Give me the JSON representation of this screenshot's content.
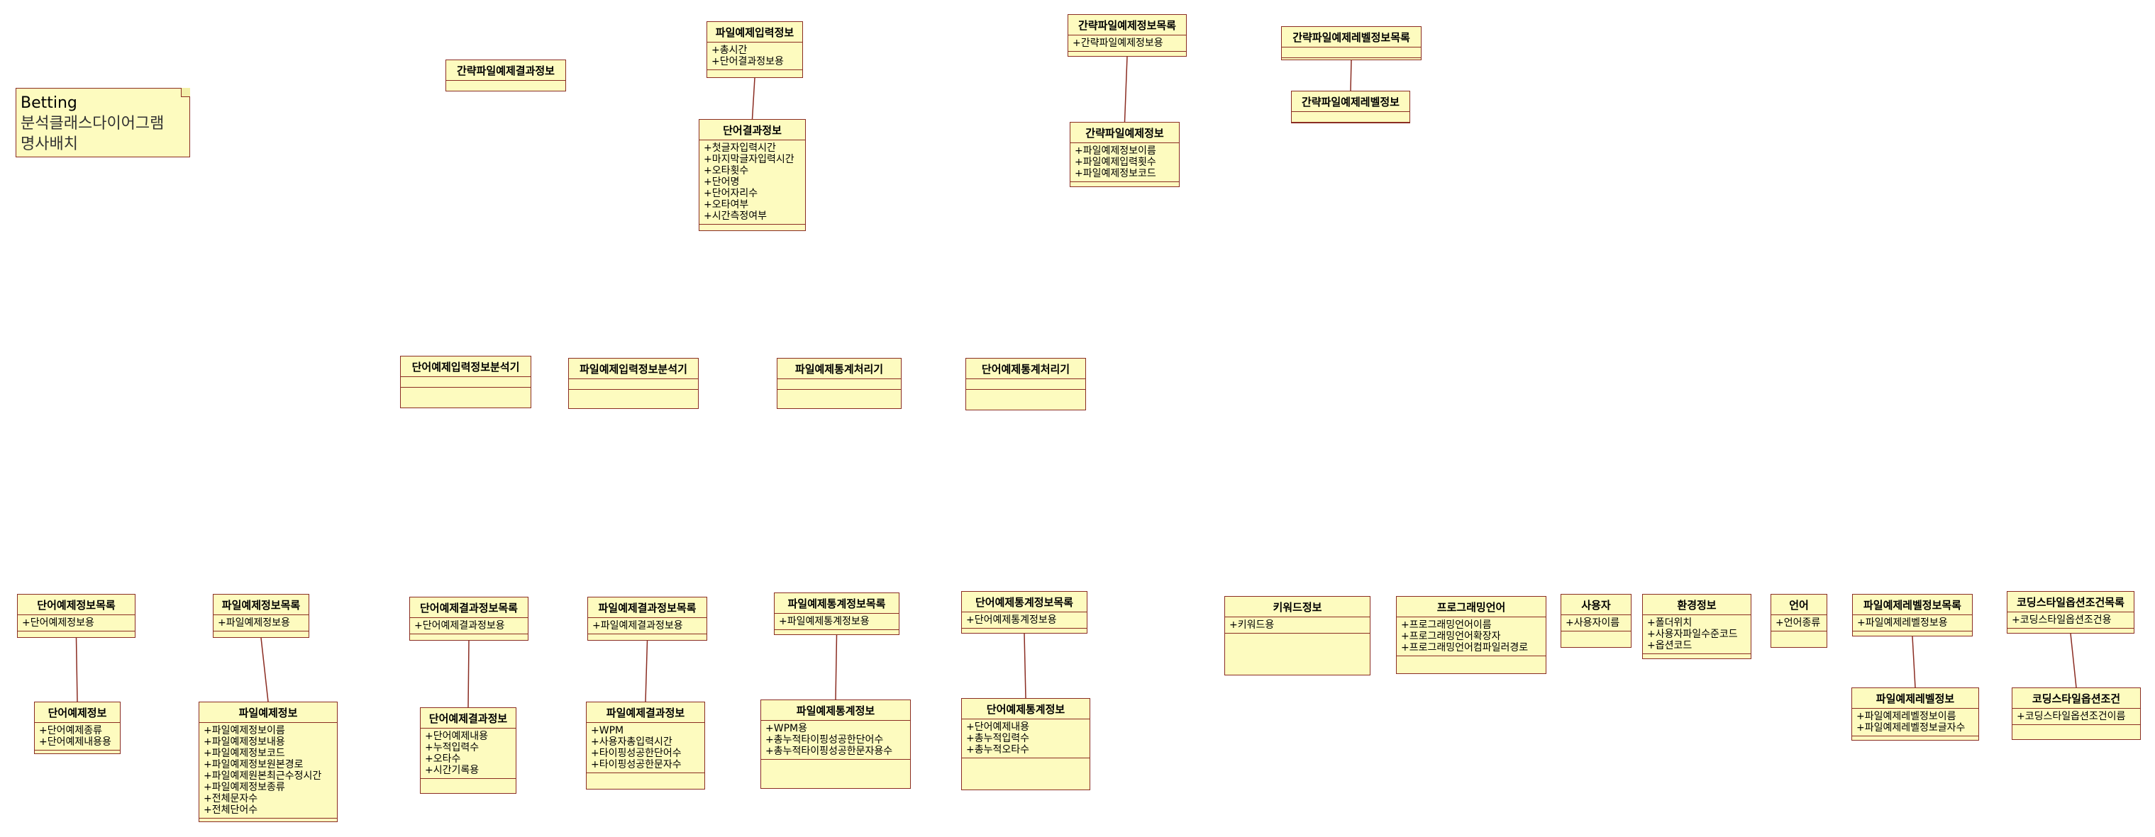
{
  "note": {
    "lines": [
      "Betting",
      "분석클래스다이어그램",
      "명사배치"
    ]
  },
  "classes": {
    "brief_result": {
      "name": "간략파일예제결과정보",
      "attrs": []
    },
    "file_input": {
      "name": "파일예제입력정보",
      "attrs": [
        "+총시간",
        "+단어결과정보용"
      ]
    },
    "word_result": {
      "name": "단어결과정보",
      "attrs": [
        "+첫글자입력시간",
        "+마지막글자입력시간",
        "+오타횟수",
        "+단어명",
        "+단어자리수",
        "+오타여부",
        "+시간측정여부"
      ]
    },
    "brief_list": {
      "name": "간략파일예제정보목록",
      "attrs": [
        "+간략파일예제정보용"
      ]
    },
    "brief_info": {
      "name": "간략파일예제정보",
      "attrs": [
        "+파일예제정보이름",
        "+파일예제입력횟수",
        "+파일예제정보코드"
      ]
    },
    "brief_level_list": {
      "name": "간략파일예제레벨정보목록",
      "attrs": []
    },
    "brief_level_info": {
      "name": "간략파일예제레벨정보",
      "attrs": []
    },
    "word_input_analyzer": {
      "name": "단어예제입력정보분석기",
      "attrs": []
    },
    "file_input_analyzer": {
      "name": "파일예제입력정보분석기",
      "attrs": []
    },
    "file_stat_processor": {
      "name": "파일예제통계처리기",
      "attrs": []
    },
    "word_stat_processor": {
      "name": "단어예제통계처리기",
      "attrs": []
    },
    "word_ex_list": {
      "name": "단어예제정보목록",
      "attrs": [
        "+단어예제정보용"
      ]
    },
    "word_ex_info": {
      "name": "단어예제정보",
      "attrs": [
        "+단어예제종류",
        "+단어예제내용용"
      ]
    },
    "file_ex_list": {
      "name": "파일예제정보목록",
      "attrs": [
        "+파일예제정보용"
      ]
    },
    "file_ex_info": {
      "name": "파일예제정보",
      "attrs": [
        "+파일예제정보이름",
        "+파일예제정보내용",
        "+파일예제정보코드",
        "+파일예제정보원본경로",
        "+파일예제원본최근수정시간",
        "+파일예제정보종류",
        "+전체문자수",
        "+전체단어수"
      ]
    },
    "word_res_list": {
      "name": "단어예제결과정보목록",
      "attrs": [
        "+단어예제결과정보용"
      ]
    },
    "word_res_info": {
      "name": "단어예제결과정보",
      "attrs": [
        "+단어예제내용",
        "+누적입력수",
        "+오타수",
        "+시간기록용"
      ]
    },
    "file_res_list": {
      "name": "파일예제결과정보목록",
      "attrs": [
        "+파일예제결과정보용"
      ]
    },
    "file_res_info": {
      "name": "파일예제결과정보",
      "attrs": [
        "+WPM",
        "+사용자총입력시간",
        "+타이핑성공한단어수",
        "+타이핑성공한문자수"
      ]
    },
    "file_stat_list": {
      "name": "파일예제통계정보목록",
      "attrs": [
        "+파일예제통계정보용"
      ]
    },
    "file_stat_info": {
      "name": "파일예제통계정보",
      "attrs": [
        "+WPM용",
        "+총누적타이핑성공한단어수",
        "+총누적타이핑성공한문자용수"
      ]
    },
    "word_stat_list": {
      "name": "단어예제통계정보목록",
      "attrs": [
        "+단어예제통계정보용"
      ]
    },
    "word_stat_info": {
      "name": "단어예제통계정보",
      "attrs": [
        "+단어예제내용",
        "+총누적입력수",
        "+총누적오타수"
      ]
    },
    "keyword": {
      "name": "키워드정보",
      "attrs": [
        "+키워드용"
      ]
    },
    "prog_lang": {
      "name": "프로그래밍언어",
      "attrs": [
        "+프로그래밍언어이름",
        "+프로그래밍언어확장자",
        "+프로그래밍언어컴파일러경로"
      ]
    },
    "user": {
      "name": "사용자",
      "attrs": [
        "+사용자이름"
      ]
    },
    "env": {
      "name": "환경정보",
      "attrs": [
        "+폴더위치",
        "+사용자파일수준코드",
        "+옵션코드"
      ]
    },
    "language": {
      "name": "언어",
      "attrs": [
        "+언어종류"
      ]
    },
    "file_level_list": {
      "name": "파일예제레벨정보목록",
      "attrs": [
        "+파일예제레벨정보용"
      ]
    },
    "file_level_info": {
      "name": "파일예제레벨정보",
      "attrs": [
        "+파일예제레벨정보이름",
        "+파일예제레벨정보글자수"
      ]
    },
    "coding_style_list": {
      "name": "코딩스타일옵션조건목록",
      "attrs": [
        "+코딩스타일옵션조건용"
      ]
    },
    "coding_style": {
      "name": "코딩스타일옵션조건",
      "attrs": [
        "+코딩스타일옵션조건이름"
      ]
    }
  }
}
